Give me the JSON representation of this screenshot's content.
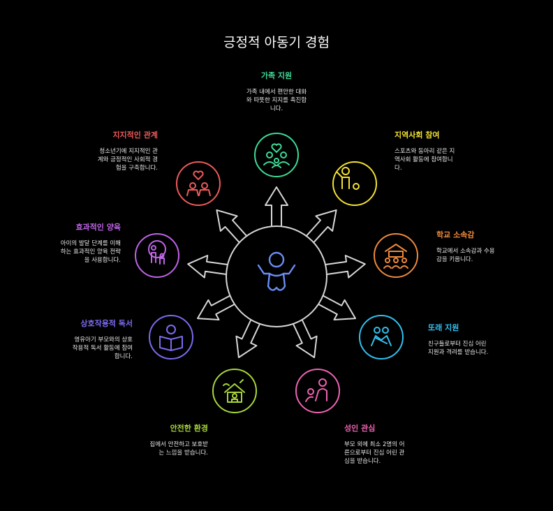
{
  "title": "긍정적 아동기 경험",
  "colors": {
    "family": "#3ddc97",
    "community": "#f2e233",
    "school": "#f08a3c",
    "peer": "#33c1f0",
    "adult": "#f064b4",
    "safe": "#a8d63a",
    "reading": "#7b6cf0",
    "parenting": "#c064e8",
    "relation": "#f05a5a",
    "hub": "#6b8ef7",
    "arrow": "#d8d8d8"
  },
  "items": {
    "family": {
      "title": "가족 지원",
      "desc": "가족 내에서 편안한 대화\n와 따뜻한 지지를 촉진합\n니다.",
      "icon": "family-heart-icon"
    },
    "community": {
      "title": "지역사회 참여",
      "desc": "스포츠와 동아리 같은 지\n역사회 활동에 참여합니\n다.",
      "icon": "child-ball-icon"
    },
    "school": {
      "title": "학교 소속감",
      "desc": "학교에서 소속감과 수용\n감을 키웁니다.",
      "icon": "school-group-icon"
    },
    "peer": {
      "title": "또래 지원",
      "desc": "친구들로부터 진심 어린\n지원과 격려를 받습니다.",
      "icon": "friends-hug-icon"
    },
    "adult": {
      "title": "성인 관심",
      "desc": "부모 외에 최소 2명의 어\n른으로부터 진심 어린 관\n심을 받습니다.",
      "icon": "adult-child-icon"
    },
    "safe": {
      "title": "안전한 환경",
      "desc": "집에서 안전하고 보호받\n는 느낌을 받습니다.",
      "icon": "safe-home-icon"
    },
    "reading": {
      "title": "상호작용적 독서",
      "desc": "영유아기 부모와의 상호\n작용적 독서 활동에 참여\n합니다.",
      "icon": "reading-book-icon"
    },
    "parenting": {
      "title": "효과적인 양육",
      "desc": "아이의 발달 단계를 이해\n하는 효과적인 양육 전략\n을 사용합니다.",
      "icon": "parent-child-icon"
    },
    "relation": {
      "title": "지지적인 관계",
      "desc": "청소년기에 지지적인 관\n계와 긍정적인 사회적 경\n험을 구축합니다.",
      "icon": "couple-heart-icon"
    }
  },
  "hub": {
    "icon": "baby-icon"
  }
}
